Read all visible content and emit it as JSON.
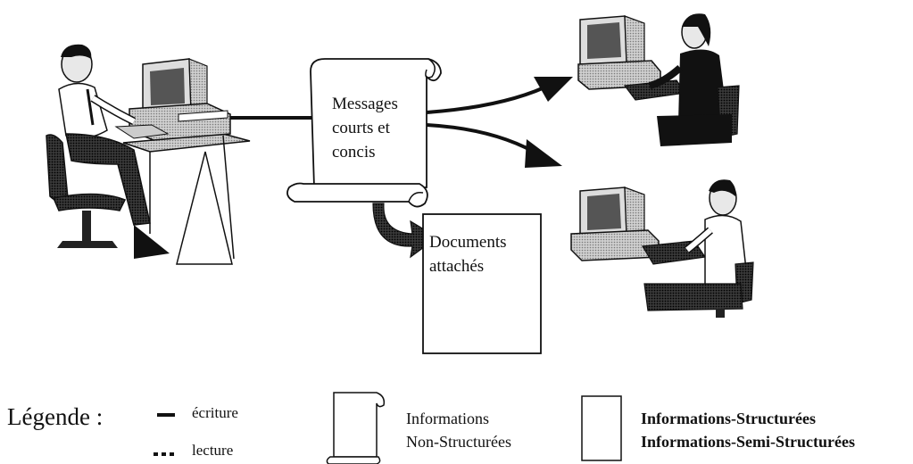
{
  "diagram": {
    "scroll_message": [
      "Messages",
      "courts et",
      "concis"
    ],
    "documents_box": [
      "Documents",
      "attachés"
    ]
  },
  "legend": {
    "title": "Légende :",
    "solid_line_label": "écriture",
    "dotted_line_label": "lecture",
    "scroll_label": [
      "Informations",
      "Non-Structurées"
    ],
    "box_label": [
      "Informations-Structurées",
      "Informations-Semi-Structurées"
    ]
  },
  "icons": {
    "sender": "person-at-computer-icon",
    "receiver_1": "person-at-computer-icon",
    "receiver_2": "person-at-computer-icon",
    "message": "scroll-icon",
    "attachment": "document-box-icon",
    "attachment_arrow": "curved-arrow-icon"
  },
  "colors": {
    "ink": "#111111",
    "shade": "#9a9a9a",
    "screen": "#555555",
    "dark": "#222222"
  }
}
